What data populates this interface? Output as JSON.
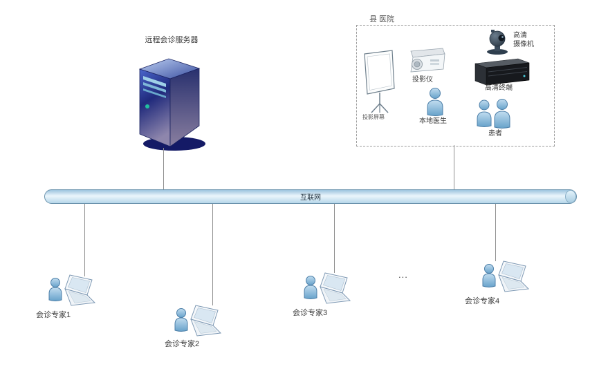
{
  "server": {
    "label": "远程会诊服务器"
  },
  "hospital": {
    "title": "县 医院",
    "screen_label": "投影屏幕",
    "projector_label": "投影仪",
    "camera_label": "高清\n摄像机",
    "terminal_label": "高清终端",
    "doctor_label": "本地医生",
    "patients_label": "患者"
  },
  "internet": {
    "label": "互联网"
  },
  "experts": [
    {
      "label": "会诊专家1"
    },
    {
      "label": "会诊专家2"
    },
    {
      "label": "会诊专家3"
    },
    {
      "label": "会诊专家4"
    }
  ],
  "ellipsis": "...",
  "colors": {
    "internet_fill": "#bcd9ea",
    "person_fill": "#8fc0e0",
    "server_body": "#202a7c",
    "line": "#8f8f8f"
  }
}
